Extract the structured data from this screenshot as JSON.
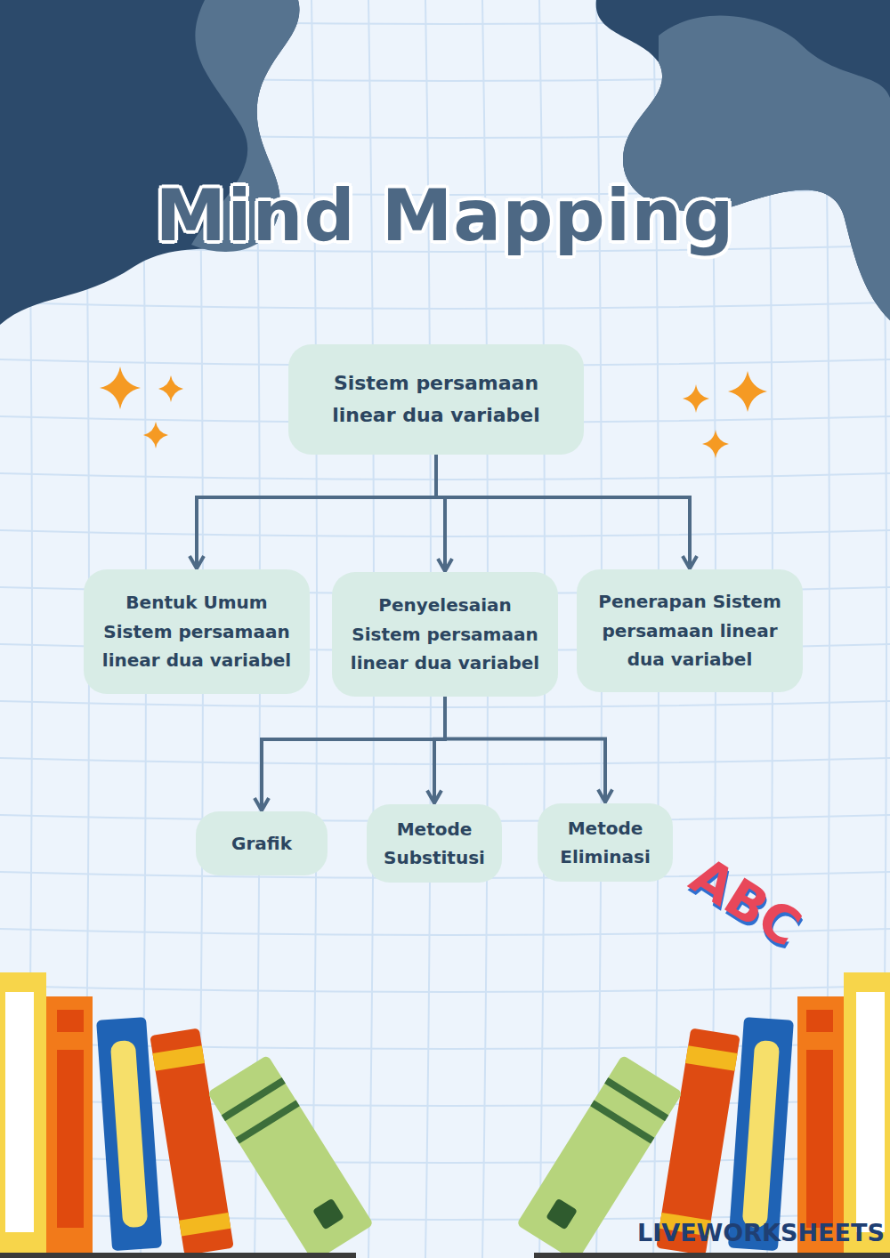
{
  "diagram": {
    "title": "Mind Mapping",
    "nodes": [
      {
        "text": [
          "Sistem persamaan linear dua variabel"
        ]
      },
      {
        "text": [
          "Bentuk Umum Sistem persamaan linear dua variabel"
        ]
      },
      {
        "text": [
          "Penyelesaian Sistem persamaan linear dua variabel"
        ]
      },
      {
        "text": [
          "Penerapan Sistem persamaan linear dua variabel"
        ]
      },
      {
        "text": [
          "Grafik"
        ]
      },
      {
        "text": [
          "Metode Substitusi"
        ]
      },
      {
        "text": [
          "Metode Eliminasi"
        ]
      }
    ],
    "edges": [
      {
        "from": 0,
        "to": 1,
        "arrow": "to"
      },
      {
        "from": 0,
        "to": 2,
        "arrow": "to"
      },
      {
        "from": 0,
        "to": 3,
        "arrow": "to"
      },
      {
        "from": 2,
        "to": 4,
        "arrow": "to"
      },
      {
        "from": 2,
        "to": 5,
        "arrow": "to"
      },
      {
        "from": 2,
        "to": 6,
        "arrow": "to"
      }
    ],
    "labels": [
      "ABC",
      "LIVEWORKSHEETS"
    ]
  }
}
